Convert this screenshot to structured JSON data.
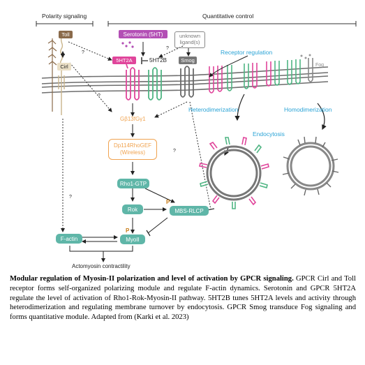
{
  "header": {
    "polarity": "Polarity signaling",
    "quantitative": "Quantitative control"
  },
  "left_module": {
    "toll": "Toll",
    "cirl": "Cirl",
    "question": "?"
  },
  "ligands": {
    "serotonin": "Serotonin (5HT)",
    "unknown": "unknown\nligand(s)",
    "question": "?"
  },
  "receptors": {
    "r5ht2a": "5HT2A",
    "r5ht2b": "5HT2B",
    "smog": "Smog",
    "fog": "Fog"
  },
  "pathway": {
    "gbg": "Gβ13fGγ1",
    "rhogef_line1": "Dp114RhoGEF",
    "rhogef_line2": "(Wireless)",
    "rho1": "Rho1-GTP",
    "rok": "Rok",
    "mbs": "MBS-RLCP",
    "myoii": "MyoII",
    "factin": "F-actin",
    "p1": "P",
    "p2": "P",
    "q1": "?",
    "q2": "?",
    "q3": "?",
    "output": "Actomyosin contractility"
  },
  "regulation": {
    "title": "Receptor regulation",
    "heterodimerization": "Heterodimerization",
    "homodimerization": "Homodimerization",
    "endocytosis": "Endocytosis"
  },
  "caption": {
    "bold": "Modular regulation of Myosin-II polarization and level of activation by GPCR signaling.",
    "text": " GPCR Cirl and Toll receptor forms self-organized polarizing module and regulate F-actin dynamics. Serotonin and GPCR 5HT2A regulate the level of activation of Rho1-Rok-Myosin-II pathway. 5HT2B tunes 5HT2A levels and activity through heterodimerization and regulating membrane turnover by endocytosis. GPCR Smog transduce Fog signaling and forms quantitative module. Adapted from (Karki et al. 2023)"
  },
  "colors": {
    "teal": "#5fb6a8",
    "pink": "#e0459b",
    "green": "#4fb583",
    "orange": "#f0a350",
    "blue": "#2aa3d6",
    "purple": "#b34fb5",
    "brown": "#8a6a4a",
    "gray": "#7a7a7a"
  }
}
